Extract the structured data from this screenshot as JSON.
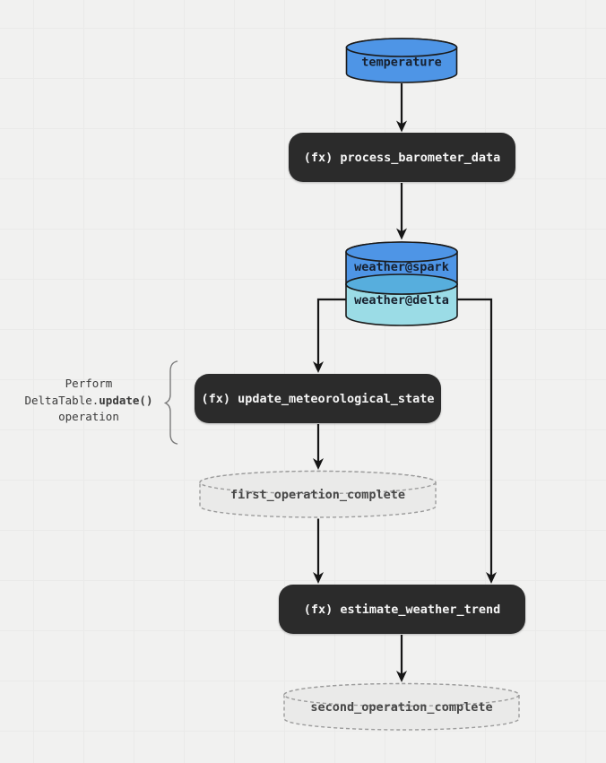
{
  "diagram": {
    "background": {
      "color": "#f1f1f0",
      "grid_color": "#eaeae9"
    },
    "colors": {
      "dataset_blue": "#4e95e6",
      "dataset_cyan": "#9bdce6",
      "stack_divider_blue": "#57aedd",
      "function_box_bg": "#2b2b2b",
      "function_box_text": "#f5f5f5",
      "ghost_fill": "#eaeae9",
      "ghost_stroke": "#9c9c9c",
      "edge_color": "#161616"
    },
    "nodes": {
      "temperature": {
        "label": "temperature"
      },
      "process_barometer_data": {
        "label": "(fx) process_barometer_data"
      },
      "weather_spark": {
        "label": "weather@spark"
      },
      "weather_delta": {
        "label": "weather@delta"
      },
      "update_meteorological_state": {
        "label": "(fx) update_meteorological_state"
      },
      "first_operation_complete": {
        "label": "first_operation_complete"
      },
      "estimate_weather_trend": {
        "label": "(fx) estimate_weather_trend"
      },
      "second_operation_complete": {
        "label": "second_operation_complete"
      }
    },
    "annotation": {
      "line1": "Perform",
      "line2_prefix": "DeltaTable.",
      "line2_bold": "update()",
      "line3": "operation"
    }
  }
}
